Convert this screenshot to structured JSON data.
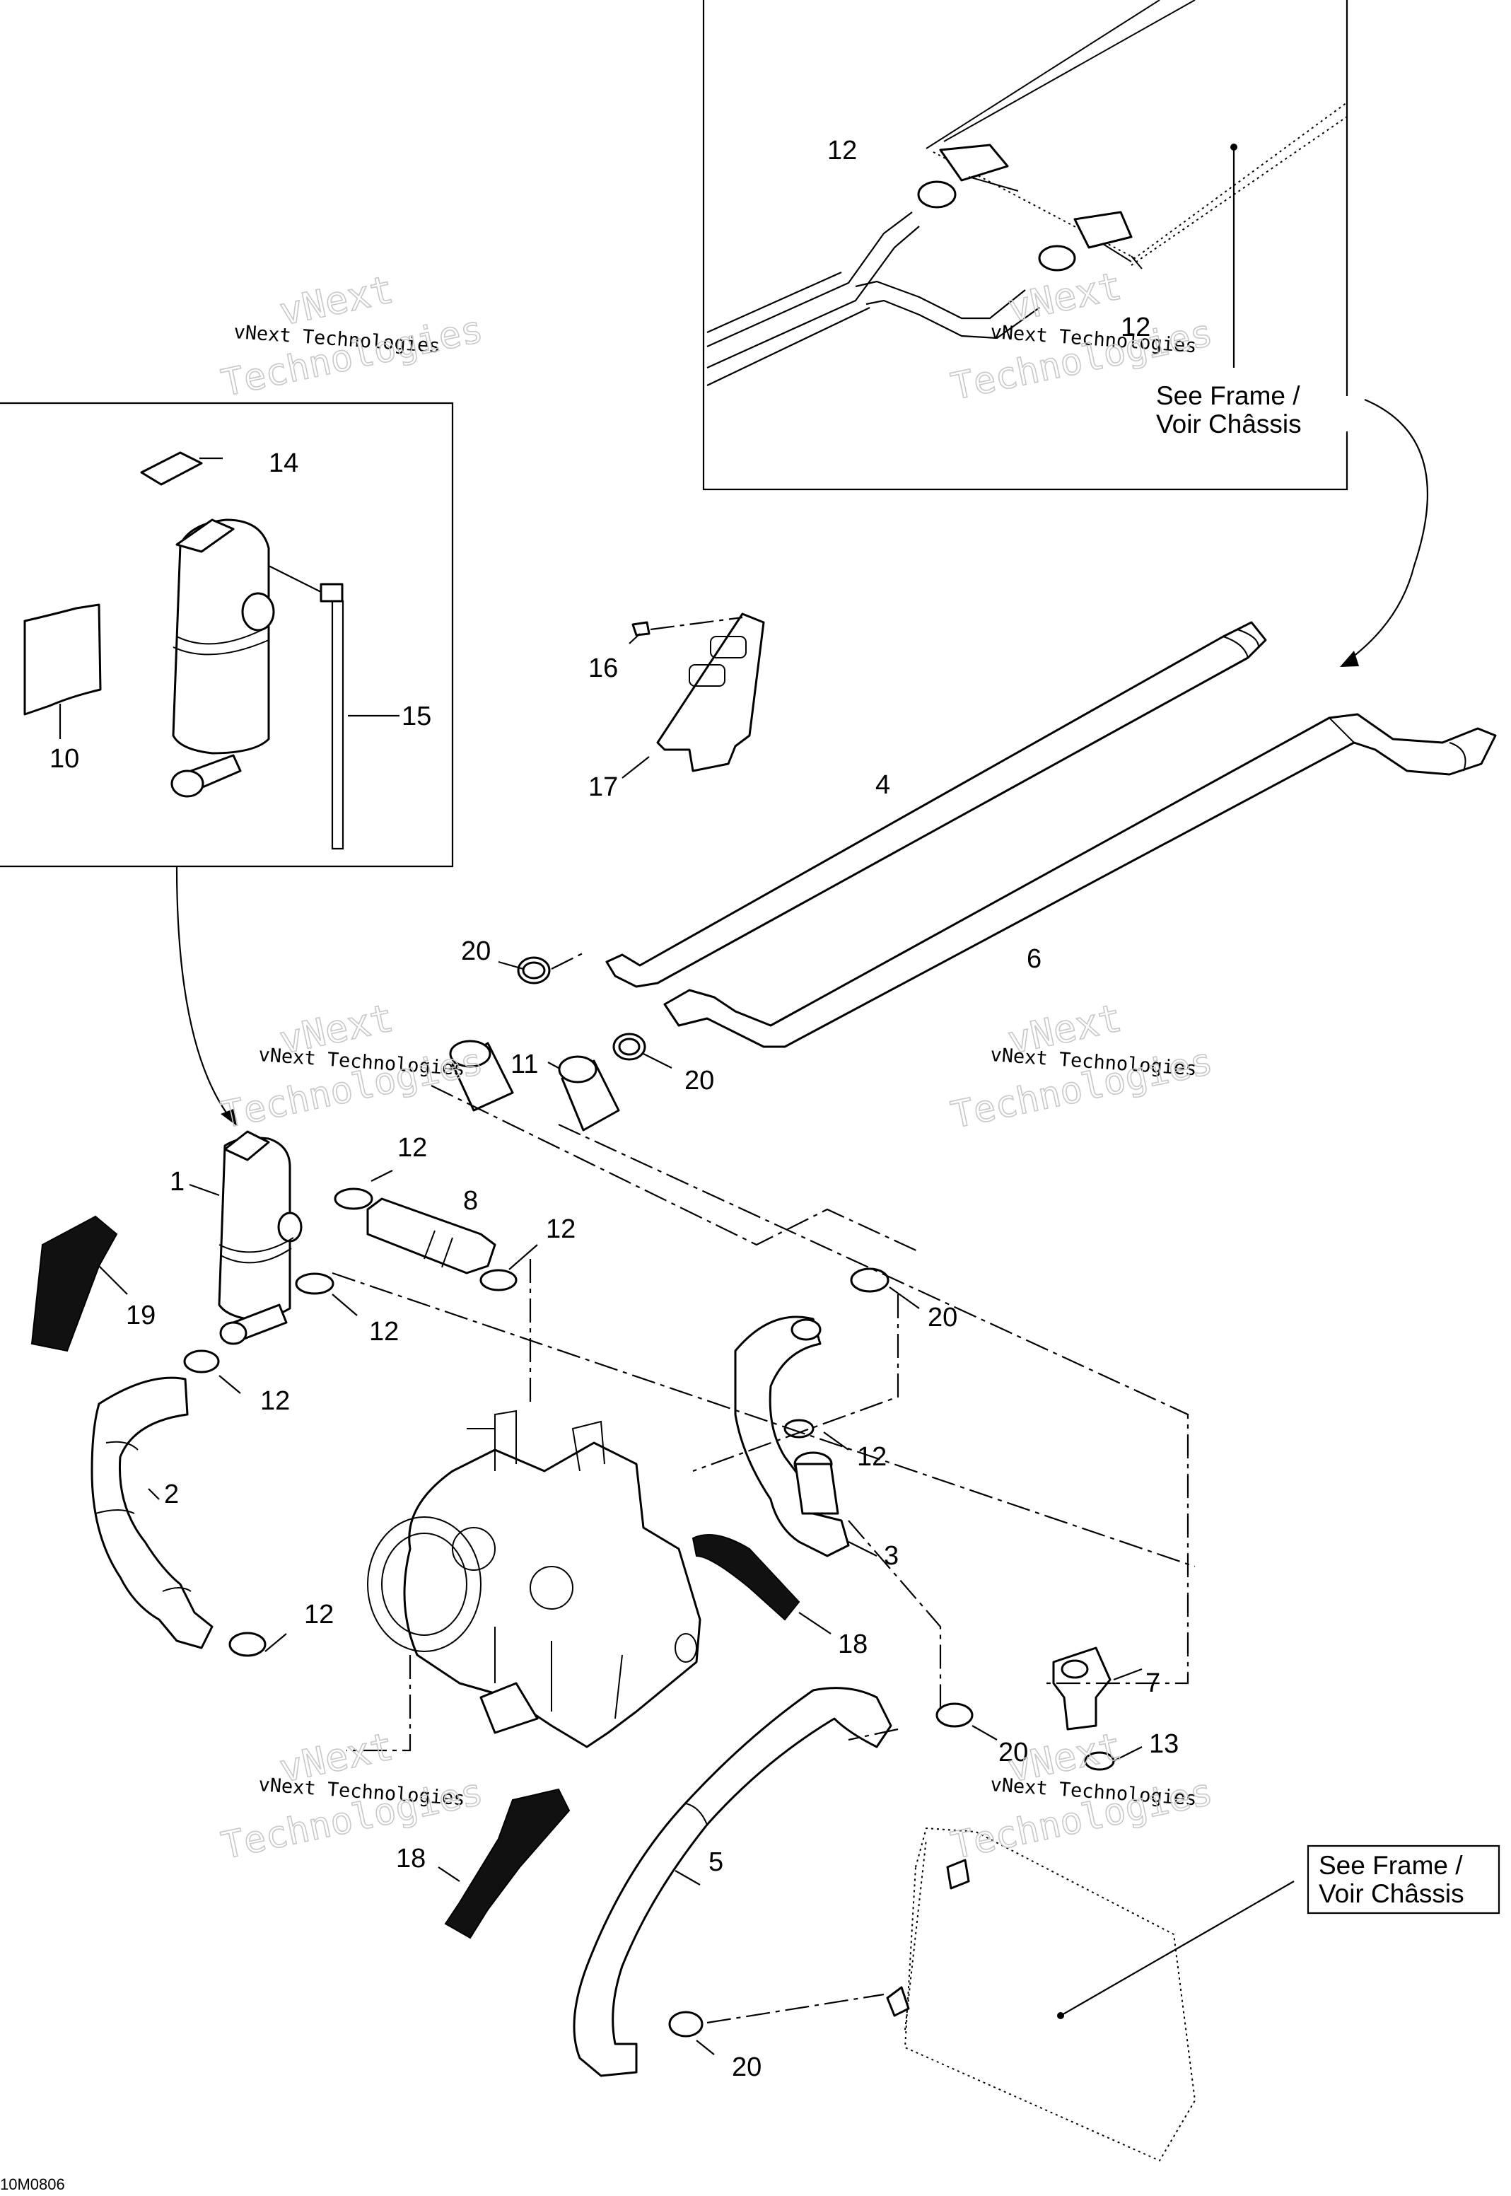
{
  "diagram_code": "10M0806",
  "watermark": {
    "line1": "vNext Technologies",
    "line2": "vNext",
    "line3": "Technologies"
  },
  "callouts": {
    "c1": "1",
    "c2": "2",
    "c3": "3",
    "c4": "4",
    "c5": "5",
    "c6": "6",
    "c7": "7",
    "c8": "8",
    "c10": "10",
    "c11": "11",
    "c12a": "12",
    "c12b": "12",
    "c12c": "12",
    "c12d": "12",
    "c12e": "12",
    "c12f": "12",
    "c12g": "12",
    "c12h": "12",
    "c13": "13",
    "c14": "14",
    "c15": "15",
    "c16": "16",
    "c17": "17",
    "c18a": "18",
    "c18b": "18",
    "c19": "19",
    "c20a": "20",
    "c20b": "20",
    "c20c": "20",
    "c20d": "20",
    "c20e": "20"
  },
  "notes": {
    "frame_top": {
      "line1": "See Frame /",
      "line2": "Voir Châssis"
    },
    "frame_bottom": {
      "line1": "See Frame /",
      "line2": "Voir Châssis"
    }
  }
}
